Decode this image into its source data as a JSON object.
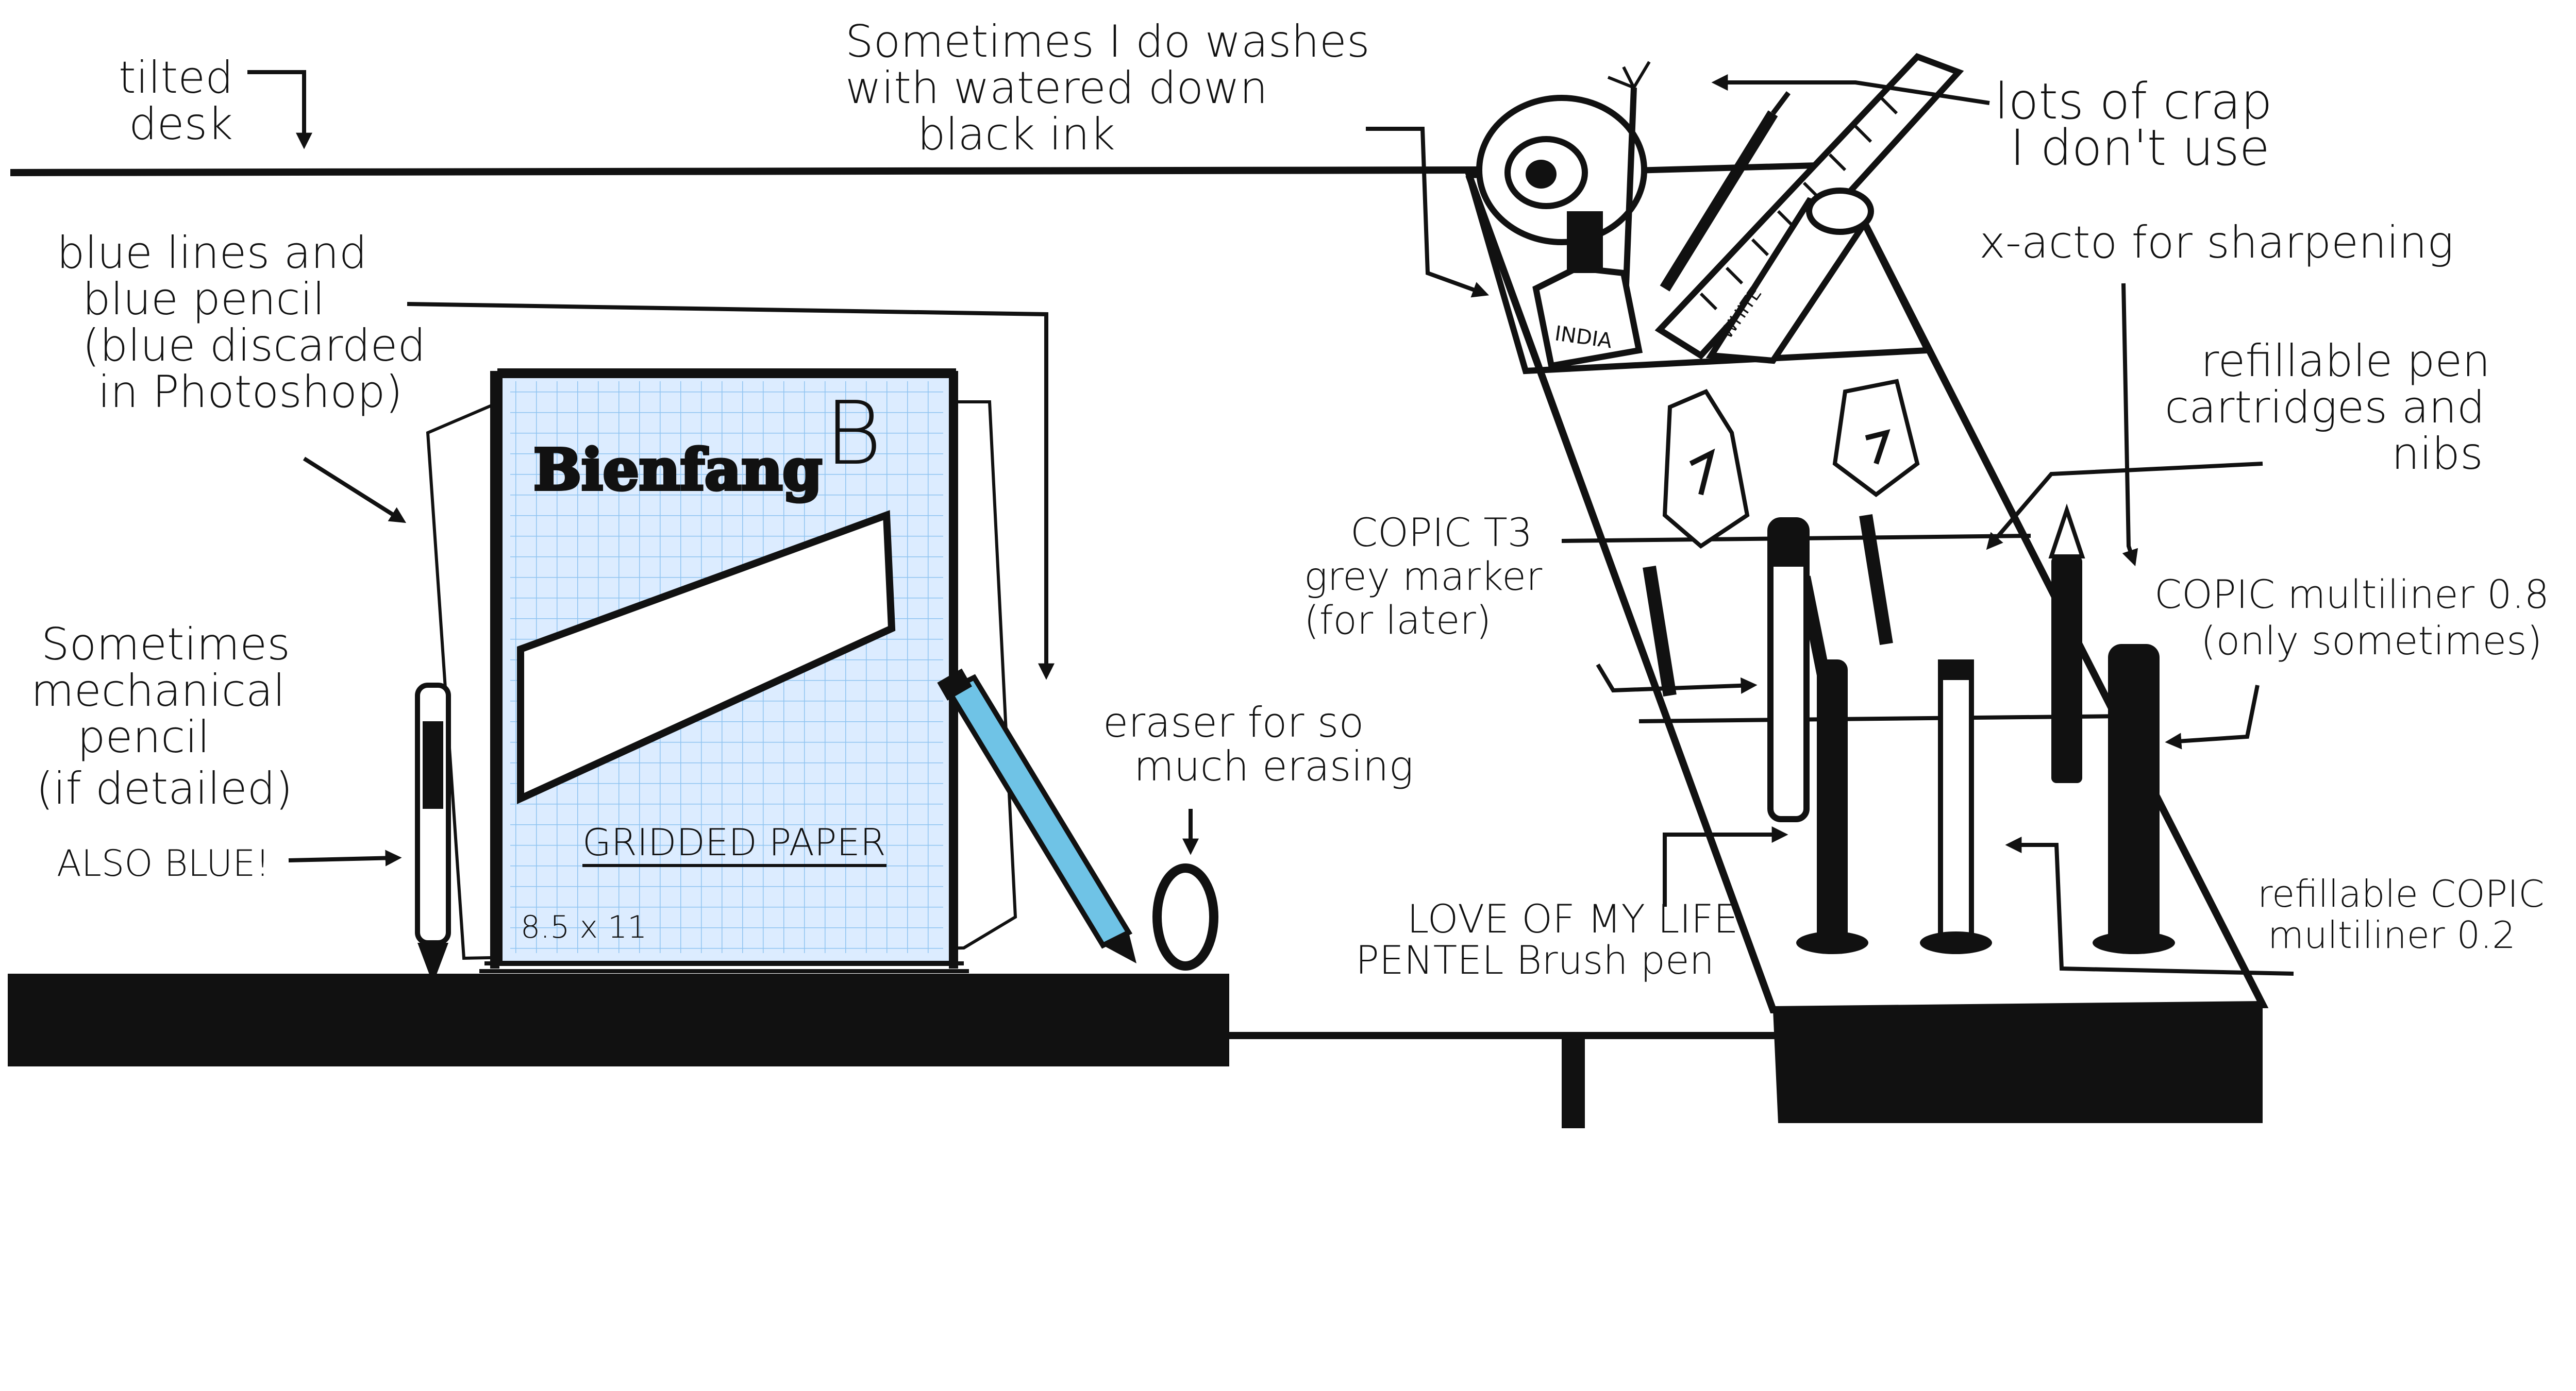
{
  "colors": {
    "ink": "#111111",
    "paper_blue": "#dcecff",
    "grid_blue": "#8ec3f0",
    "pencil_blue": "#6fc3e6",
    "background": "#ffffff"
  },
  "labels": {
    "tilted_desk": [
      "tilted",
      "desk"
    ],
    "washes": [
      "Sometimes I do washes",
      "with watered down",
      "black ink"
    ],
    "crap": [
      "lots of crap",
      "I don't use"
    ],
    "blue_lines": [
      "blue lines and",
      "blue pencil",
      "(blue discarded",
      "in Photoshop)"
    ],
    "xacto": [
      "x-acto for sharpening"
    ],
    "refill_pen": [
      "refillable pen",
      "cartridges and",
      "nibs"
    ],
    "copic_t3": [
      "COPIC T3",
      "grey marker",
      "(for later)"
    ],
    "multiliner_08": [
      "COPIC multiliner 0.8",
      "(only sometimes)"
    ],
    "mech_pencil": [
      "Sometimes",
      "mechanical",
      "pencil",
      "(if detailed)"
    ],
    "also_blue": "ALSO BLUE!",
    "eraser": [
      "eraser for so",
      "much erasing"
    ],
    "pentel": [
      "LOVE OF MY LIFE",
      "PENTEL Brush pen"
    ],
    "multiliner_02": [
      "refillable COPIC",
      "multiliner 0.2"
    ]
  },
  "pad": {
    "brand": "Bienfang",
    "logo": "B",
    "title": "GRIDDED PAPER",
    "size": "8.5 x 11"
  },
  "bottle": {
    "ink": "INDIA",
    "white": "WHITE"
  },
  "icons": [
    "arrow-icon",
    "pencil-icon",
    "eraser-icon",
    "ink-bottle-icon",
    "tape-roll-icon",
    "ruler-icon",
    "pen-icon",
    "marker-icon",
    "xacto-knife-icon",
    "brush-icon"
  ]
}
